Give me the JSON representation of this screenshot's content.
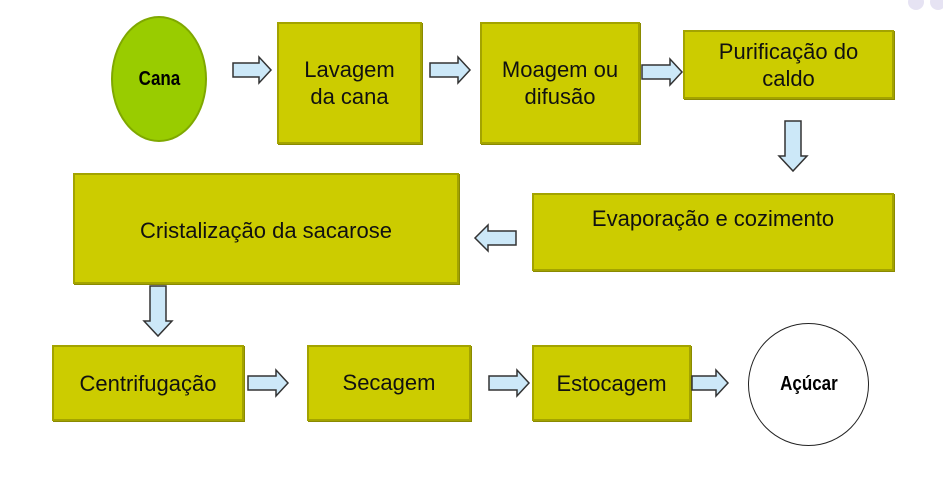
{
  "diagram": {
    "start": "Cana",
    "steps": [
      "Lavagem da cana",
      "Moagem ou difusão",
      "Purificação do caldo",
      "Evaporação e cozimento",
      "Cristalização da sacarose",
      "Centrifugação",
      "Secagem",
      "Estocagem"
    ],
    "end": "Açúcar",
    "colors": {
      "start": "#99cc00",
      "step": "#cccc00",
      "arrow": "#cce8f8",
      "end": "#ffffff"
    }
  }
}
